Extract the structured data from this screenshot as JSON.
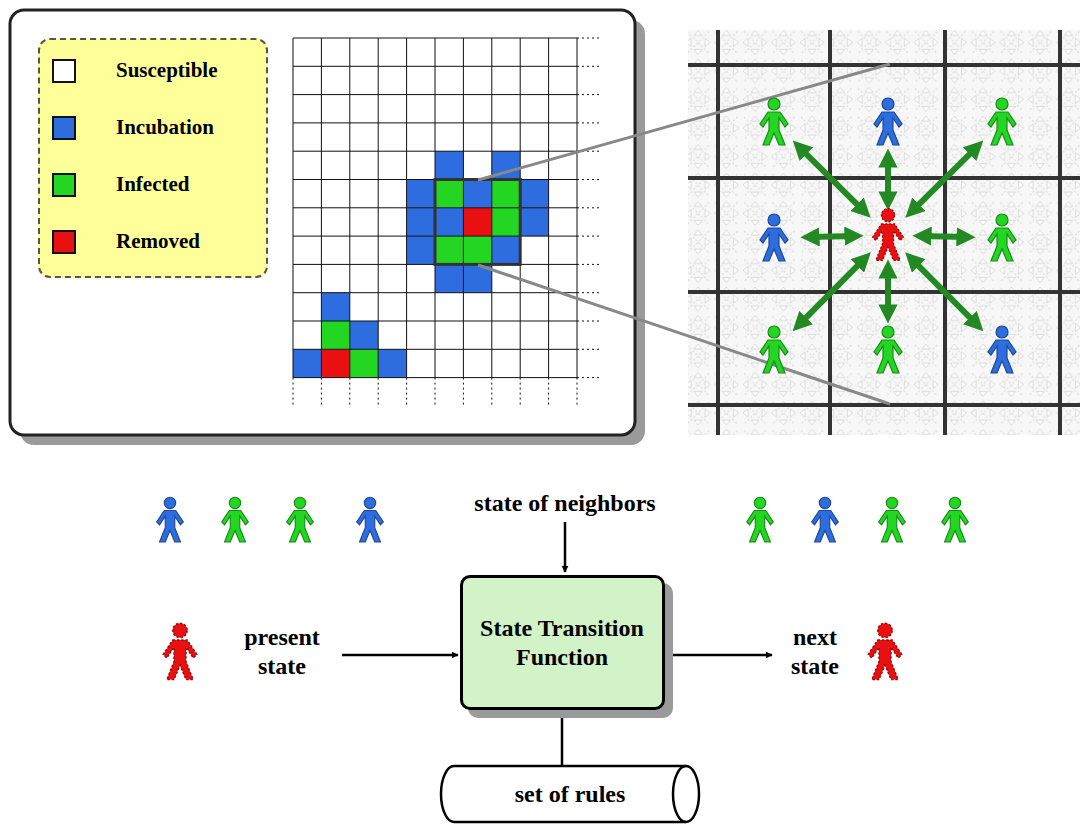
{
  "diagram": {
    "nodes": [
      {
        "text": [
          "State Transition Function"
        ]
      },
      {
        "text": [
          "set of rules"
        ]
      }
    ],
    "edges": [
      {
        "from": 1,
        "to": 0,
        "arrow": "to"
      }
    ],
    "labels": [
      "state of neighbors",
      "present state",
      "next state"
    ],
    "legend": [
      {
        "text": "Susceptible",
        "color": "#ffffff"
      },
      {
        "text": "Incubation",
        "color": "#2e6de0"
      },
      {
        "text": "Infected",
        "color": "#22d622"
      },
      {
        "text": "Removed",
        "color": "#e81010"
      }
    ]
  }
}
